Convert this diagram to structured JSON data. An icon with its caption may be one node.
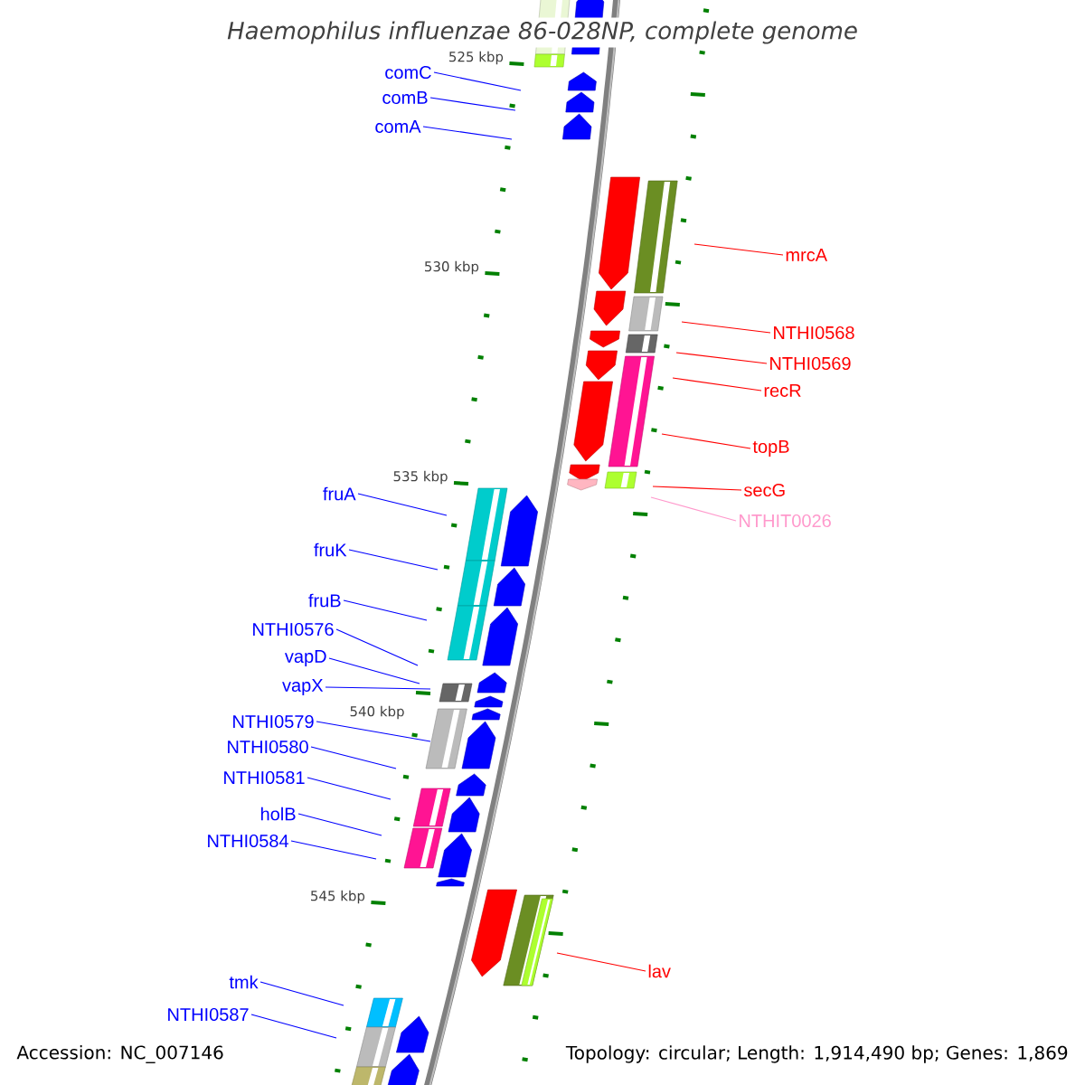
{
  "diagram": {
    "title": "Haemophilus influenzae 86-028NP, complete genome",
    "nodes": [
      {
        "text": [
          "comC"
        ]
      },
      {
        "text": [
          "comB"
        ]
      },
      {
        "text": [
          "comA"
        ]
      },
      {
        "text": [
          "mrcA"
        ]
      },
      {
        "text": [
          "NTHI0568"
        ]
      },
      {
        "text": [
          "NTHI0569"
        ]
      },
      {
        "text": [
          "recR"
        ]
      },
      {
        "text": [
          "topB"
        ]
      },
      {
        "text": [
          "secG"
        ]
      },
      {
        "text": [
          "NTHIT0026"
        ]
      },
      {
        "text": [
          "fruA"
        ]
      },
      {
        "text": [
          "fruK"
        ]
      },
      {
        "text": [
          "fruB"
        ]
      },
      {
        "text": [
          "NTHI0576"
        ]
      },
      {
        "text": [
          "vapD"
        ]
      },
      {
        "text": [
          "vapX"
        ]
      },
      {
        "text": [
          "NTHI0579"
        ]
      },
      {
        "text": [
          "NTHI0580"
        ]
      },
      {
        "text": [
          "NTHI0581"
        ]
      },
      {
        "text": [
          "holB"
        ]
      },
      {
        "text": [
          "NTHI0584"
        ]
      },
      {
        "text": [
          "lav"
        ]
      },
      {
        "text": [
          "tmk"
        ]
      },
      {
        "text": [
          "NTHI0587"
        ]
      }
    ],
    "edges": [
      {
        "from": 0,
        "to": null,
        "arrow": "none"
      },
      {
        "from": 1,
        "to": null,
        "arrow": "none"
      },
      {
        "from": 2,
        "to": null,
        "arrow": "none"
      },
      {
        "from": 3,
        "to": null,
        "arrow": "none",
        "color": "#ff0000"
      },
      {
        "from": 4,
        "to": null,
        "arrow": "none",
        "color": "#ff0000"
      },
      {
        "from": 5,
        "to": null,
        "arrow": "none",
        "color": "#ff0000"
      },
      {
        "from": 6,
        "to": null,
        "arrow": "none",
        "color": "#ff0000"
      },
      {
        "from": 7,
        "to": null,
        "arrow": "none",
        "color": "#ff0000"
      },
      {
        "from": 8,
        "to": null,
        "arrow": "none",
        "color": "#ff0000"
      },
      {
        "from": 9,
        "to": null,
        "arrow": "none",
        "color": "#ff99cc"
      },
      {
        "from": 10,
        "to": null,
        "arrow": "none"
      },
      {
        "from": 11,
        "to": null,
        "arrow": "none"
      },
      {
        "from": 12,
        "to": null,
        "arrow": "none"
      },
      {
        "from": 13,
        "to": null,
        "arrow": "none"
      },
      {
        "from": 14,
        "to": null,
        "arrow": "none"
      },
      {
        "from": 15,
        "to": null,
        "arrow": "none"
      },
      {
        "from": 16,
        "to": null,
        "arrow": "none"
      },
      {
        "from": 17,
        "to": null,
        "arrow": "none"
      },
      {
        "from": 18,
        "to": null,
        "arrow": "none"
      },
      {
        "from": 19,
        "to": null,
        "arrow": "none"
      },
      {
        "from": 20,
        "to": null,
        "arrow": "none"
      },
      {
        "from": 21,
        "to": null,
        "arrow": "none",
        "color": "#ff0000"
      },
      {
        "from": 22,
        "to": null,
        "arrow": "none"
      },
      {
        "from": 23,
        "to": null,
        "arrow": "none"
      }
    ],
    "labels": [
      "525 kbp",
      "530 kbp",
      "535 kbp",
      "540 kbp",
      "545 kbp",
      "Accession: NC_007146",
      "Topology: circular; Length: 1,914,490 bp; Genes: 1,869"
    ]
  }
}
